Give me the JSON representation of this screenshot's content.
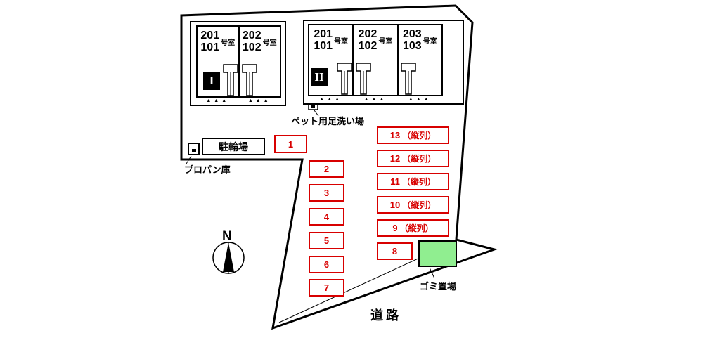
{
  "buildings": [
    {
      "id_label": "I",
      "rooms": [
        {
          "line1": "201",
          "line2": "101",
          "suffix": "号室"
        },
        {
          "line1": "202",
          "line2": "102",
          "suffix": "号室"
        }
      ]
    },
    {
      "id_label": "II",
      "rooms": [
        {
          "line1": "201",
          "line2": "101",
          "suffix": "号室"
        },
        {
          "line1": "202",
          "line2": "102",
          "suffix": "号室"
        },
        {
          "line1": "203",
          "line2": "103",
          "suffix": "号室"
        }
      ]
    }
  ],
  "labels": {
    "pet_wash": "ペット用足洗い場",
    "bike_parking": "駐輪場",
    "propane": "プロパン庫",
    "garbage": "ゴミ置場",
    "road": "道路",
    "north": "N"
  },
  "marks": {
    "entry_triangles": "▲▲▲"
  },
  "parking": {
    "left": [
      {
        "num": "1"
      },
      {
        "num": "2"
      },
      {
        "num": "3"
      },
      {
        "num": "4"
      },
      {
        "num": "5"
      },
      {
        "num": "6"
      },
      {
        "num": "7"
      }
    ],
    "right": [
      {
        "num": "13",
        "tag": "（縦列）"
      },
      {
        "num": "12",
        "tag": "（縦列）"
      },
      {
        "num": "11",
        "tag": "（縦列）"
      },
      {
        "num": "10",
        "tag": "（縦列）"
      },
      {
        "num": "9",
        "tag": "（縦列）"
      },
      {
        "num": "8",
        "tag": ""
      }
    ]
  },
  "colors": {
    "outline": "#000000",
    "parking_red": "#d80000",
    "garbage_fill": "#90ee90"
  }
}
